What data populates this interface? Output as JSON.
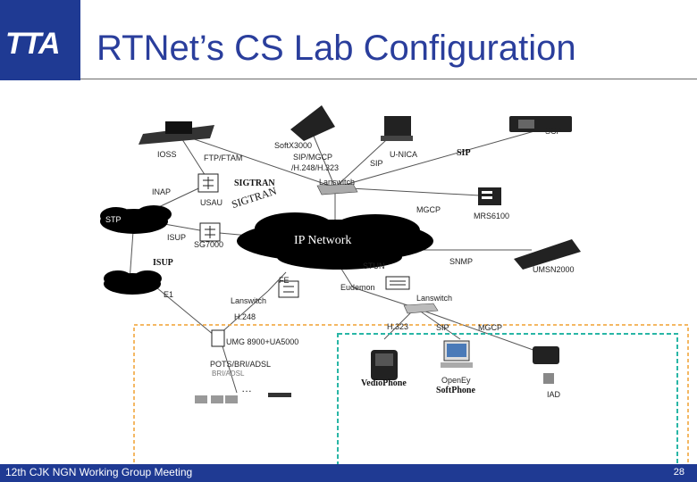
{
  "logo": "TTA",
  "title": "RTNet’s CS Lab Configuration",
  "footer": "12th CJK NGN Working Group Meeting",
  "page_number": "28",
  "labels": {
    "scp": "SCP",
    "ioss": "IOSS",
    "ftp_ftam": "FTP/FTAM",
    "softx_1": "SoftX3000",
    "softx_2": "SIP/MGCP",
    "softx_3": "/H.248/H.323",
    "sip_top": "SIP",
    "unica": "U-NICA",
    "sip_right": "SIP",
    "sigtran_h": "SIGTRAN",
    "lanswitch_top": "Lanswitch",
    "inap": "INAP",
    "usau": "USAU",
    "sigtran_diag": "SIGTRAN",
    "mgcp_top": "MGCP",
    "mrs": "MRS6100",
    "stp": "STP",
    "isup_small": "ISUP",
    "sg7000": "SG7000",
    "ip_network": "IP Network",
    "isup_big": "ISUP",
    "stun": "STUN",
    "snmp": "SNMP",
    "umsn": "UMSN2000",
    "fe": "FE",
    "e1": "E1",
    "eudemon": "Eudemon",
    "lanswitch_left": "Lanswitch",
    "lanswitch_right": "Lanswitch",
    "h248": "H.248",
    "h323": "H.323",
    "sip_bottom": "SIP",
    "mgcp_bottom": "MGCP",
    "umg": "UMG 8900+UA5000",
    "pots": "POTS/BRI/ADSL",
    "briadsl": "BRI/ADSL",
    "ellipsis": "…",
    "videophone": "VedioPhone",
    "openey_1": "OpenEy",
    "openey_2": "SoftPhone",
    "iad": "IAD"
  }
}
